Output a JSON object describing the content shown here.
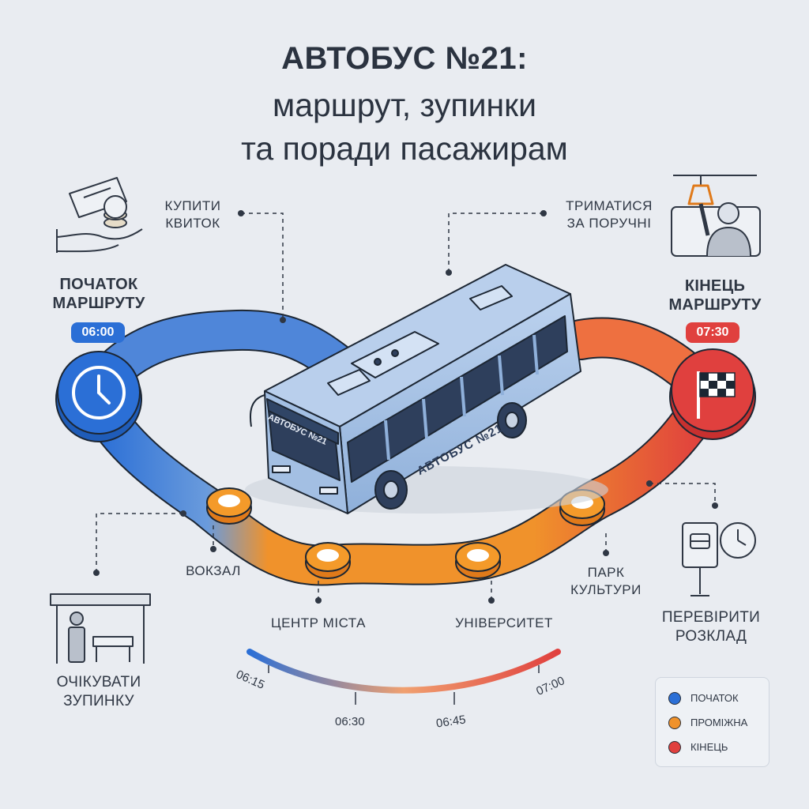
{
  "title": {
    "line1": "АВТОБУС №21:",
    "line2": "маршрут, зупинки",
    "line3": "та поради пасажирам"
  },
  "bus": {
    "front_sign": "АВТОБУС №21",
    "side_text": "АВТОБУС №21"
  },
  "start": {
    "label_line1": "ПОЧАТОК",
    "label_line2": "МАРШРУТУ",
    "time": "06:00",
    "icon": "clock-icon",
    "color": "#2b6fd6"
  },
  "end": {
    "label_line1": "КІНЕЦЬ",
    "label_line2": "МАРШРУТУ",
    "time": "07:30",
    "icon": "checkered-flag-icon",
    "color": "#e0403e"
  },
  "stops": [
    {
      "name_line1": "ВОКЗАЛ",
      "name_line2": ""
    },
    {
      "name_line1": "ЦЕНТР МІСТА",
      "name_line2": ""
    },
    {
      "name_line1": "УНІВЕРСИТЕТ",
      "name_line2": ""
    },
    {
      "name_line1": "ПАРК",
      "name_line2": "КУЛЬТУРИ"
    }
  ],
  "tips": [
    {
      "line1": "КУПИТИ",
      "line2": "КВИТОК",
      "icon": "ticket-payment-icon"
    },
    {
      "line1": "ТРИМАТИСЯ",
      "line2": "ЗА ПОРУЧНІ",
      "icon": "passenger-handrail-icon"
    },
    {
      "line1": "ОЧІКУВАТИ",
      "line2": "ЗУПИНКУ",
      "icon": "bus-shelter-icon"
    },
    {
      "line1": "ПЕРЕВІРИТИ",
      "line2": "РОЗКЛАД",
      "icon": "bus-stop-schedule-icon"
    }
  ],
  "timeline": {
    "ticks": [
      "06:15",
      "06:30",
      "06:45",
      "07:00"
    ]
  },
  "legend": [
    {
      "label": "ПОЧАТОК",
      "color": "#2b6fd6"
    },
    {
      "label": "ПРОМІЖНА",
      "color": "#f0922b"
    },
    {
      "label": "КІНЕЦЬ",
      "color": "#e0403e"
    }
  ],
  "colors": {
    "route_blue": "#2b6fd6",
    "route_orange": "#f0922b",
    "route_red": "#e0403e",
    "bus_body": "#a9c4e6"
  }
}
